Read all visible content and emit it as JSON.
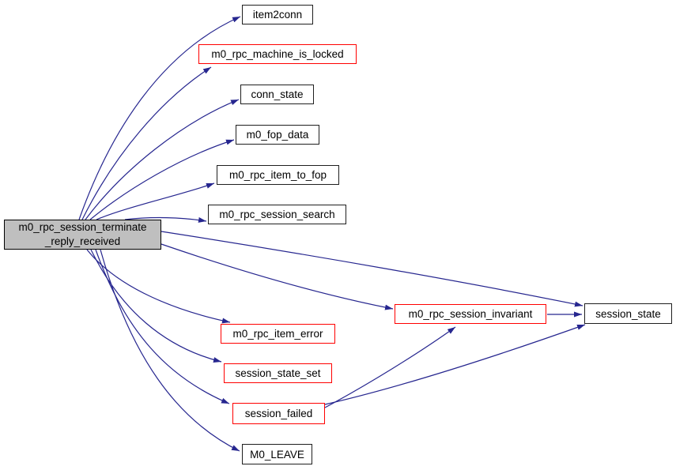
{
  "diagram": {
    "type": "call-graph",
    "background": "#ffffff",
    "edge_color": "#26268f",
    "node_border_color": "#1f1f1f",
    "highlighted_node_border_color": "#ff0000",
    "focus_node_fill": "#bfbfbf",
    "node_fill": "#ffffff"
  },
  "nodes": [
    {
      "id": "main",
      "label": "m0_rpc_session_terminate_reply_received",
      "lines": [
        "m0_rpc_session_terminate",
        "_reply_received"
      ],
      "style": "focus"
    },
    {
      "id": "item2conn",
      "label": "item2conn",
      "style": "normal"
    },
    {
      "id": "m0_rpc_machine_is_locked",
      "label": "m0_rpc_machine_is_locked",
      "style": "highlighted"
    },
    {
      "id": "conn_state",
      "label": "conn_state",
      "style": "normal"
    },
    {
      "id": "m0_fop_data",
      "label": "m0_fop_data",
      "style": "normal"
    },
    {
      "id": "m0_rpc_item_to_fop",
      "label": "m0_rpc_item_to_fop",
      "style": "normal"
    },
    {
      "id": "m0_rpc_session_search",
      "label": "m0_rpc_session_search",
      "style": "normal"
    },
    {
      "id": "m0_rpc_session_invariant",
      "label": "m0_rpc_session_invariant",
      "style": "highlighted"
    },
    {
      "id": "session_state",
      "label": "session_state",
      "style": "normal"
    },
    {
      "id": "m0_rpc_item_error",
      "label": "m0_rpc_item_error",
      "style": "highlighted"
    },
    {
      "id": "session_state_set",
      "label": "session_state_set",
      "style": "highlighted"
    },
    {
      "id": "session_failed",
      "label": "session_failed",
      "style": "highlighted"
    },
    {
      "id": "M0_LEAVE",
      "label": "M0_LEAVE",
      "style": "normal"
    }
  ],
  "edges": [
    {
      "from": "main",
      "to": "item2conn"
    },
    {
      "from": "main",
      "to": "m0_rpc_machine_is_locked"
    },
    {
      "from": "main",
      "to": "conn_state"
    },
    {
      "from": "main",
      "to": "m0_fop_data"
    },
    {
      "from": "main",
      "to": "m0_rpc_item_to_fop"
    },
    {
      "from": "main",
      "to": "m0_rpc_session_search"
    },
    {
      "from": "main",
      "to": "m0_rpc_session_invariant"
    },
    {
      "from": "main",
      "to": "session_state"
    },
    {
      "from": "main",
      "to": "m0_rpc_item_error"
    },
    {
      "from": "main",
      "to": "session_state_set"
    },
    {
      "from": "main",
      "to": "session_failed"
    },
    {
      "from": "main",
      "to": "M0_LEAVE"
    },
    {
      "from": "m0_rpc_session_invariant",
      "to": "session_state"
    },
    {
      "from": "session_failed",
      "to": "m0_rpc_session_invariant"
    },
    {
      "from": "session_failed",
      "to": "session_state"
    }
  ]
}
